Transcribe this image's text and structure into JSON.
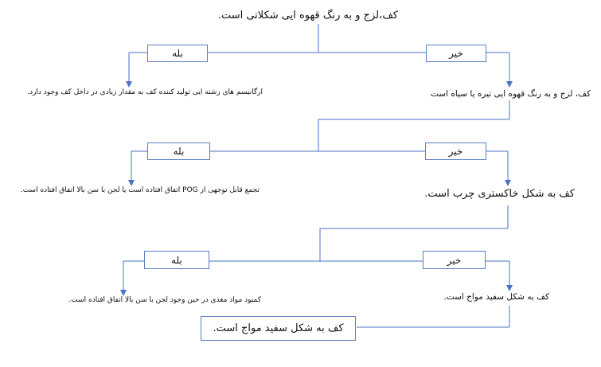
{
  "diagram": {
    "q1": "کف،لزج و به رنگ قهوه ایی شکلاتی است.",
    "q1_yes": "بله",
    "q1_no": "خیر",
    "q1_yes_result": "ارگانیسم های رشته ایی تولید کننده کف به مقدار زیادی در داخل کف وجود دارد.",
    "q2": "کف، لزج و به رنگ قهوه ایی تیره یا سیاه است",
    "q2_yes": "بله",
    "q2_no": "خیر",
    "q2_yes_result": "تجمع قابل توجهی از POG اتفاق افتاده است یا لجن با سن بالا اتفاق افتاده است.",
    "q3": "کف به شکل خاکستری چرب است.",
    "q3_yes": "بله",
    "q3_no": "خیر",
    "q3_yes_result": "کمبود مواد مغذی در حین وجود لجن با سن بالا اتفاق افتاده است.",
    "q4": "کف به شکل سفید مواج است.",
    "final": "کف به شکل سفید مواج است."
  },
  "colors": {
    "line": "#4a72c4",
    "box_border": "#5b7fbf"
  }
}
